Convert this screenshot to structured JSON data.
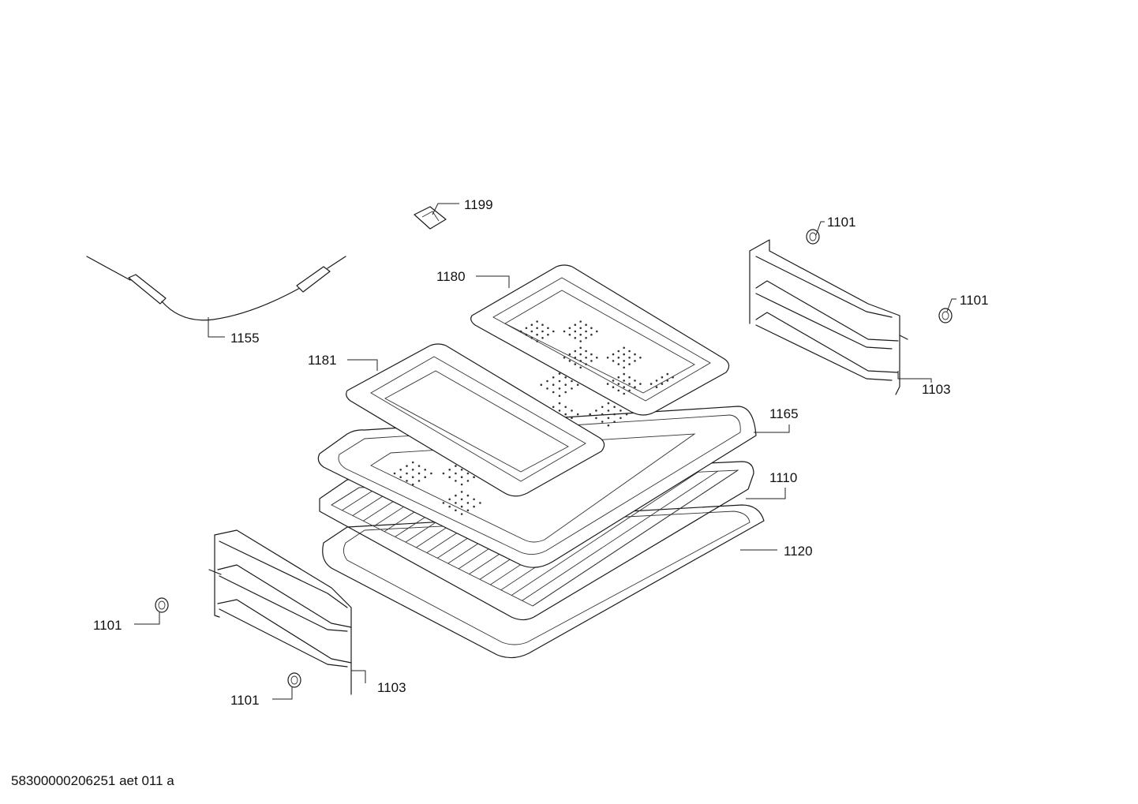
{
  "diagram": {
    "callouts": [
      {
        "id": "c1199",
        "label": "1199"
      },
      {
        "id": "c1101a",
        "label": "1101"
      },
      {
        "id": "c1101b",
        "label": "1101"
      },
      {
        "id": "c1180",
        "label": "1180"
      },
      {
        "id": "c1155",
        "label": "1155"
      },
      {
        "id": "c1181",
        "label": "1181"
      },
      {
        "id": "c1103a",
        "label": "1103"
      },
      {
        "id": "c1165",
        "label": "1165"
      },
      {
        "id": "c1110",
        "label": "1110"
      },
      {
        "id": "c1120",
        "label": "1120"
      },
      {
        "id": "c1101c",
        "label": "1101"
      },
      {
        "id": "c1103b",
        "label": "1103"
      },
      {
        "id": "c1101d",
        "label": "1101"
      }
    ],
    "footer_code": "58300000206251 aet 011 a"
  }
}
